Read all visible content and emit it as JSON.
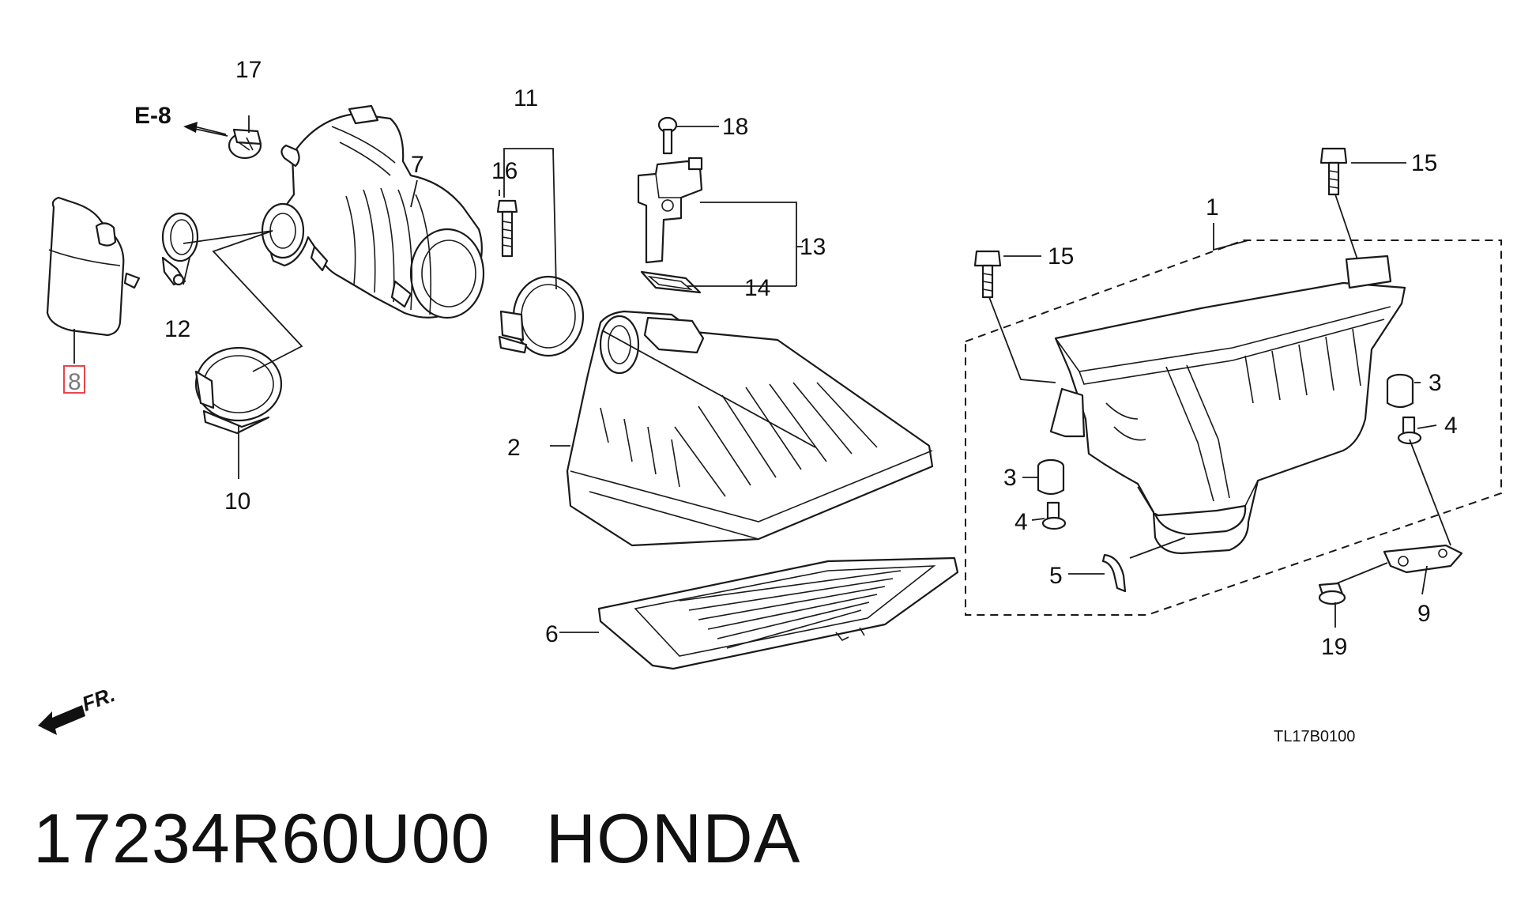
{
  "diagram": {
    "callouts": {
      "c1": "1",
      "c2": "2",
      "c3a": "3",
      "c3b": "3",
      "c4a": "4",
      "c4b": "4",
      "c5": "5",
      "c6": "6",
      "c7": "7",
      "c8": "8",
      "c9": "9",
      "c10": "10",
      "c11": "11",
      "c12": "12",
      "c13": "13",
      "c14": "14",
      "c15a": "15",
      "c15b": "15",
      "c16": "16",
      "c17": "17",
      "c18": "18",
      "c19": "19"
    },
    "reference_label": "E-8",
    "direction_label": "FR.",
    "drawing_code": "TL17B0100",
    "highlight_color": "#e8454a"
  },
  "footer": {
    "part_number": "17234R60U00",
    "brand": "HONDA"
  }
}
